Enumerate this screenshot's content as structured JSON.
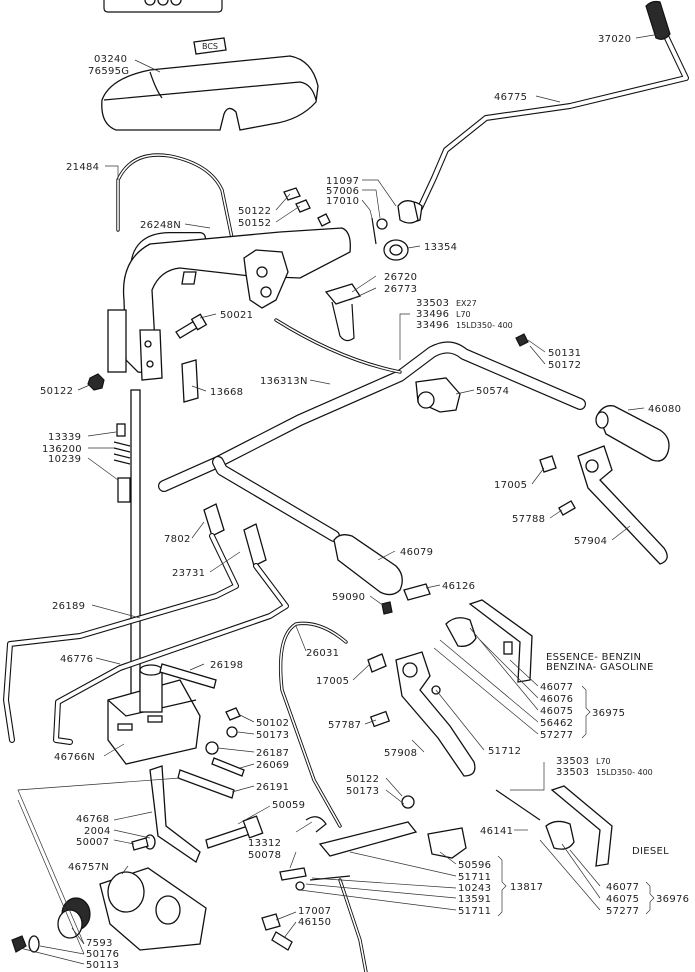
{
  "diagram": {
    "hood_badge": "BCS",
    "group_labels": {
      "essence": "ESSENCE- BENZIN",
      "benzina": "BENZINA- GASOLINE",
      "diesel": "DIESEL"
    },
    "parts": {
      "p03240": "03240",
      "p76595G": "76595G",
      "p37020": "37020",
      "p46775": "46775",
      "p21484": "21484",
      "p11097": "11097",
      "p57006": "57006",
      "p17010": "17010",
      "p50122a": "50122",
      "p50152": "50152",
      "p26248N": "26248N",
      "p13354": "13354",
      "p26720": "26720",
      "p26773": "26773",
      "p50021": "50021",
      "p33503a": "33503",
      "p33503a_sfx": "EX27",
      "p33496a": "33496",
      "p33496a_sfx": "L70",
      "p33496b": "33496",
      "p33496b_sfx": "15LD350- 400",
      "p50131": "50131",
      "p50172": "50172",
      "p50122b": "50122",
      "p13668": "13668",
      "p136313N": "136313N",
      "p50574": "50574",
      "p46080": "46080",
      "p13339": "13339",
      "p136200": "136200",
      "p10239": "10239",
      "p17005a": "17005",
      "p57788": "57788",
      "p57904": "57904",
      "p7802": "7802",
      "p23731": "23731",
      "p46079": "46079",
      "p46126": "46126",
      "p59090": "59090",
      "p26189": "26189",
      "p46776": "46776",
      "p26198": "26198",
      "p26031": "26031",
      "p17005b": "17005",
      "p46766N": "46766N",
      "p50102": "50102",
      "p50173a": "50173",
      "p26187": "26187",
      "p26069": "26069",
      "p26191": "26191",
      "p57787": "57787",
      "p57908": "57908",
      "p51712": "51712",
      "p46077a": "46077",
      "p46076": "46076",
      "p46075a": "46075",
      "p56462": "56462",
      "p57277a": "57277",
      "p36975": "36975",
      "p46768": "46768",
      "p2004": "2004",
      "p50007": "50007",
      "p50059": "50059",
      "p50122c": "50122",
      "p50173b": "50173",
      "p33503b": "33503",
      "p33503b_sfx": "L70",
      "p33503c": "33503",
      "p33503c_sfx": "15LD350- 400",
      "p46757N": "46757N",
      "p13312": "13312",
      "p50078": "50078",
      "p50596": "50596",
      "p51711a": "51711",
      "p10243": "10243",
      "p13591": "13591",
      "p51711b": "51711",
      "p13817": "13817",
      "p46141": "46141",
      "p46077b": "46077",
      "p46075b": "46075",
      "p57277b": "57277",
      "p36976": "36976",
      "p17007": "17007",
      "p46150": "46150",
      "p7593": "7593",
      "p50176": "50176",
      "p50113": "50113"
    }
  }
}
